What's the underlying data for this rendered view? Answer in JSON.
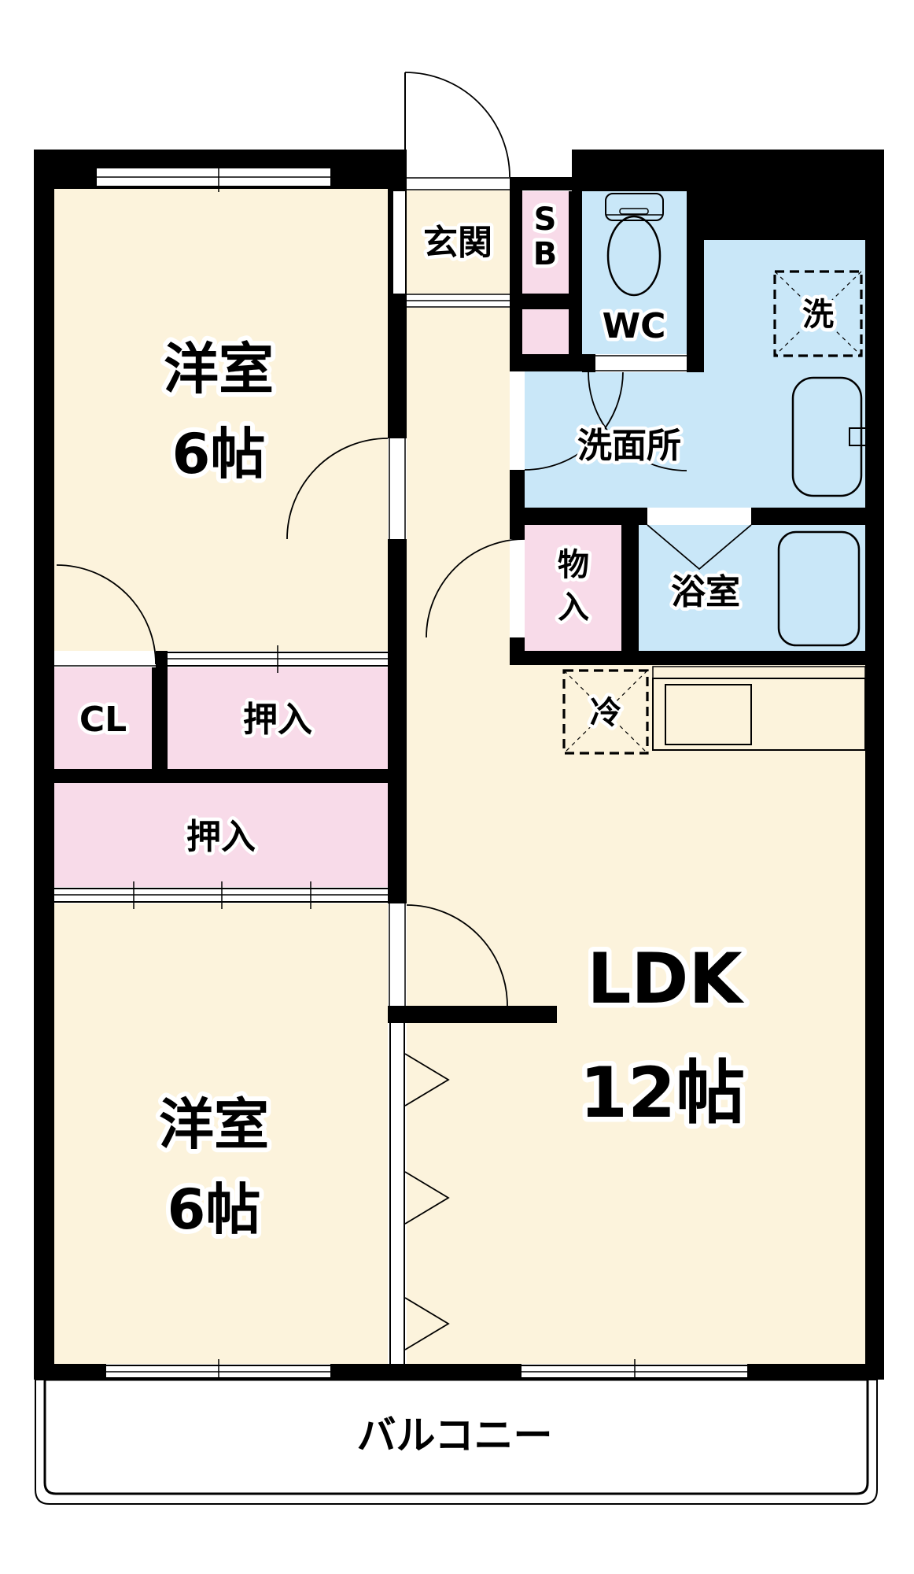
{
  "floorplan": {
    "rooms": {
      "genkan": {
        "label": "玄関"
      },
      "shoebox": {
        "line1": "S",
        "line2": "B"
      },
      "wc": {
        "label": "WC"
      },
      "washer": {
        "label": "洗"
      },
      "senmenjo": {
        "label": "洗面所"
      },
      "monoire": {
        "line1": "物",
        "line2": "入"
      },
      "yokushitsu": {
        "label": "浴室"
      },
      "fridge": {
        "label": "冷"
      },
      "closet": {
        "label": "CL"
      },
      "oshiire_upper": {
        "label": "押入"
      },
      "oshiire_lower": {
        "label": "押入"
      },
      "western_room_1": {
        "line1": "洋室",
        "line2": "6帖"
      },
      "western_room_2": {
        "line1": "洋室",
        "line2": "6帖"
      },
      "ldk": {
        "line1": "LDK",
        "line2": "12帖"
      },
      "balcony": {
        "label": "バルコニー"
      }
    },
    "icons": [
      "toilet-icon",
      "bathtub-icon",
      "sink-icon",
      "washing-machine-icon",
      "refrigerator-icon",
      "kitchen-sink-icon",
      "door-arc-icon",
      "sliding-door-icon",
      "window-icon"
    ],
    "colors": {
      "wall": "#000000",
      "room_floor": "#FCF3DC",
      "closet_fill": "#F8DBE9",
      "wet_area_fill": "#C9E7F8",
      "background": "#FFFFFF"
    }
  }
}
